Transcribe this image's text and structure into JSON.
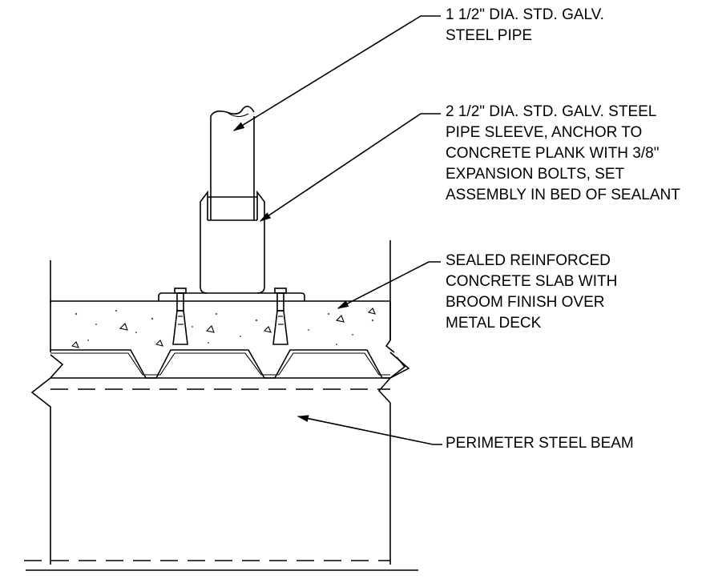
{
  "callouts": {
    "pipe": {
      "lines": [
        "1 1/2\" DIA. STD. GALV.",
        "STEEL PIPE"
      ]
    },
    "sleeve": {
      "lines": [
        "2 1/2\" DIA. STD. GALV. STEEL",
        "PIPE SLEEVE, ANCHOR TO",
        "CONCRETE PLANK WITH 3/8\"",
        "EXPANSION BOLTS, SET",
        "ASSEMBLY IN BED OF SEALANT"
      ]
    },
    "slab": {
      "lines": [
        "SEALED REINFORCED",
        "CONCRETE SLAB WITH",
        "BROOM FINISH OVER",
        "METAL DECK"
      ]
    },
    "beam": {
      "lines": [
        "PERIMETER STEEL BEAM"
      ]
    }
  }
}
